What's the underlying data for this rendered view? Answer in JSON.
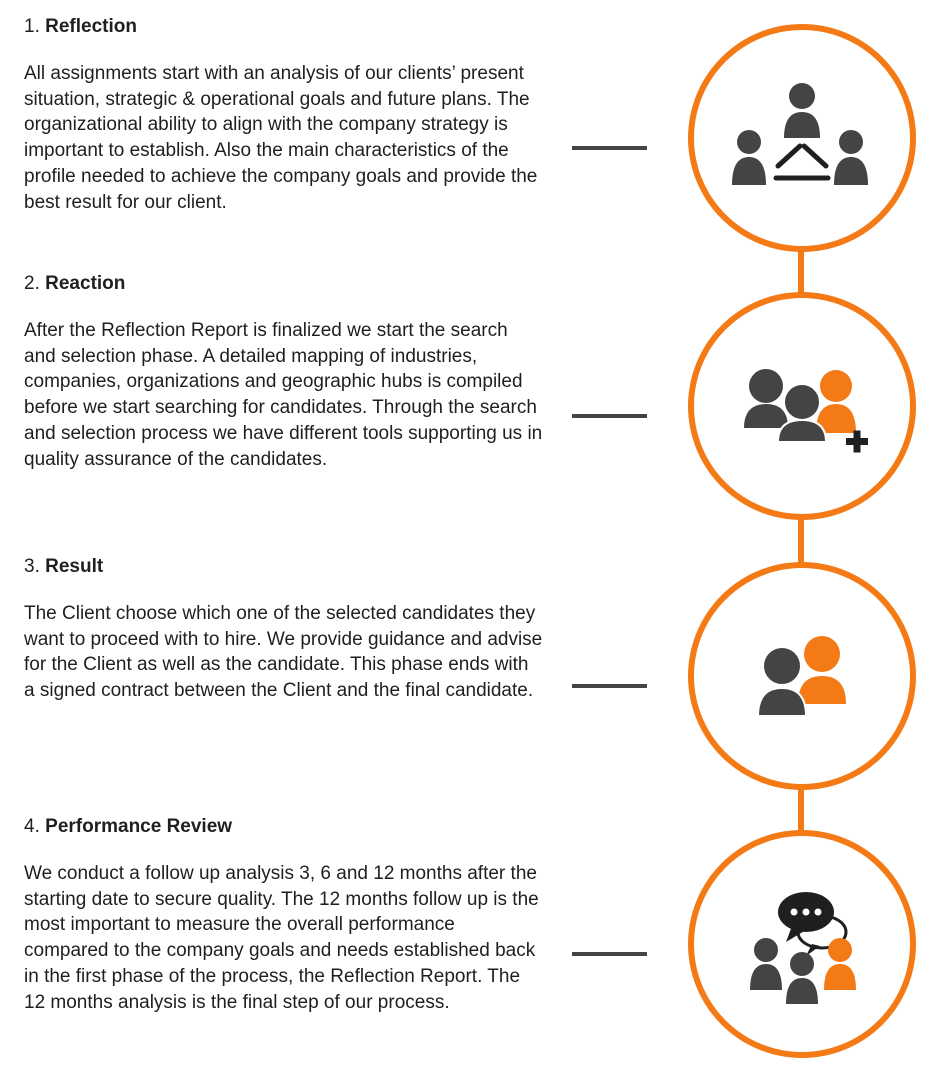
{
  "colors": {
    "accent": "#f47a16",
    "dark": "#444444",
    "text": "#1f1f1f"
  },
  "steps": [
    {
      "number": "1.",
      "title": "Reflection",
      "text": "All assignments start with an analysis of our clients’ present situation, strategic & operational goals and future plans. The organizational ability to align with the company strategy is important to establish. Also the main characteristics of the profile needed to achieve the company goals and provide the best result for our client.",
      "icon": "group-triangle-icon"
    },
    {
      "number": "2.",
      "title": "Reaction",
      "text": "After the Reflection Report is finalized we start the search and selection phase. A detailed mapping of industries, companies, organizations and geographic hubs is compiled before we start searching for candidates. Through the search and selection process we have different tools supporting us in quality assurance of the candidates.",
      "icon": "add-person-icon"
    },
    {
      "number": "3.",
      "title": "Result",
      "text": "The Client choose which one of the selected candidates they want to proceed with to hire. We provide guidance and advise for the Client as well as the candidate. This phase ends with a signed contract between the Client and the final candidate.",
      "icon": "two-people-icon"
    },
    {
      "number": "4.",
      "title": "Performance Review",
      "text": "We conduct a follow up analysis 3, 6 and 12 months after the starting date to secure quality. The 12 months follow up is the most important to measure the overall performance compared to the company goals and needs established back in the first phase of the process, the Reflection Report. The 12 months analysis is the final step of our process.",
      "icon": "people-chat-icon"
    }
  ]
}
